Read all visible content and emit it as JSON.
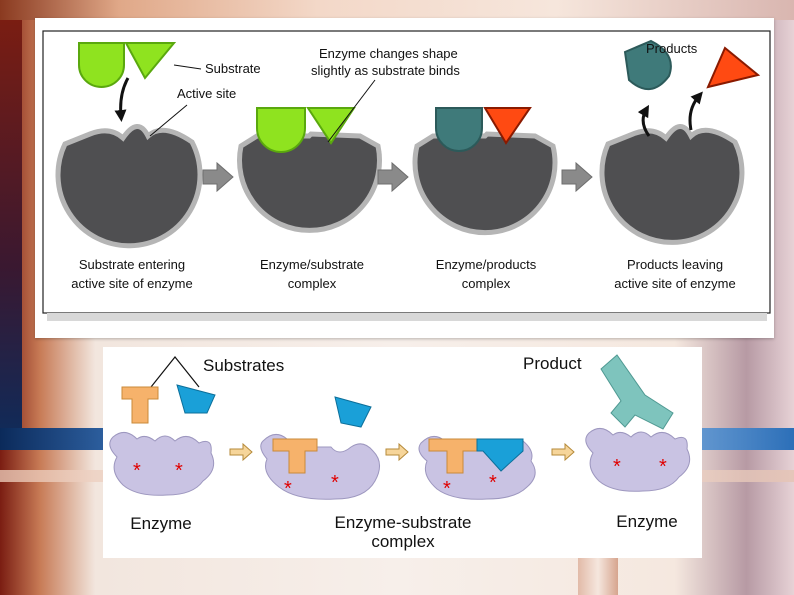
{
  "top_diagram": {
    "label_substrate": "Substrate",
    "label_active_site": "Active site",
    "label_shape_change_line1": "Enzyme changes shape",
    "label_shape_change_line2": "slightly as substrate binds",
    "label_products": "Products",
    "stages": [
      {
        "line1": "Substrate entering",
        "line2": "active site of enzyme"
      },
      {
        "line1": "Enzyme/substrate",
        "line2": "complex"
      },
      {
        "line1": "Enzyme/products",
        "line2": "complex"
      },
      {
        "line1": "Products leaving",
        "line2": "active site of enzyme"
      }
    ],
    "colors": {
      "enzyme": "#4f4f51",
      "enzyme_outline": "#b5b5b5",
      "substrate": "#8fe31f",
      "product_round": "#3f7a7a",
      "product_triangle": "#ff4a12",
      "arrow": "#8a8a8a"
    }
  },
  "bottom_diagram": {
    "label_substrates": "Substrates",
    "label_product": "Product",
    "captions": [
      {
        "line1": "Enzyme",
        "line2": ""
      },
      {
        "line1": "Enzyme-substrate",
        "line2": "complex"
      },
      {
        "line1": "Enzyme",
        "line2": ""
      }
    ],
    "active_site_marker": "*",
    "colors": {
      "enzyme": "#c9c3e3",
      "substrate_a": "#f6b26b",
      "substrate_b": "#1aa0d8",
      "product": "#7ec4bd",
      "marker": "#e00000",
      "arrow_fill": "#f6d59a"
    }
  }
}
